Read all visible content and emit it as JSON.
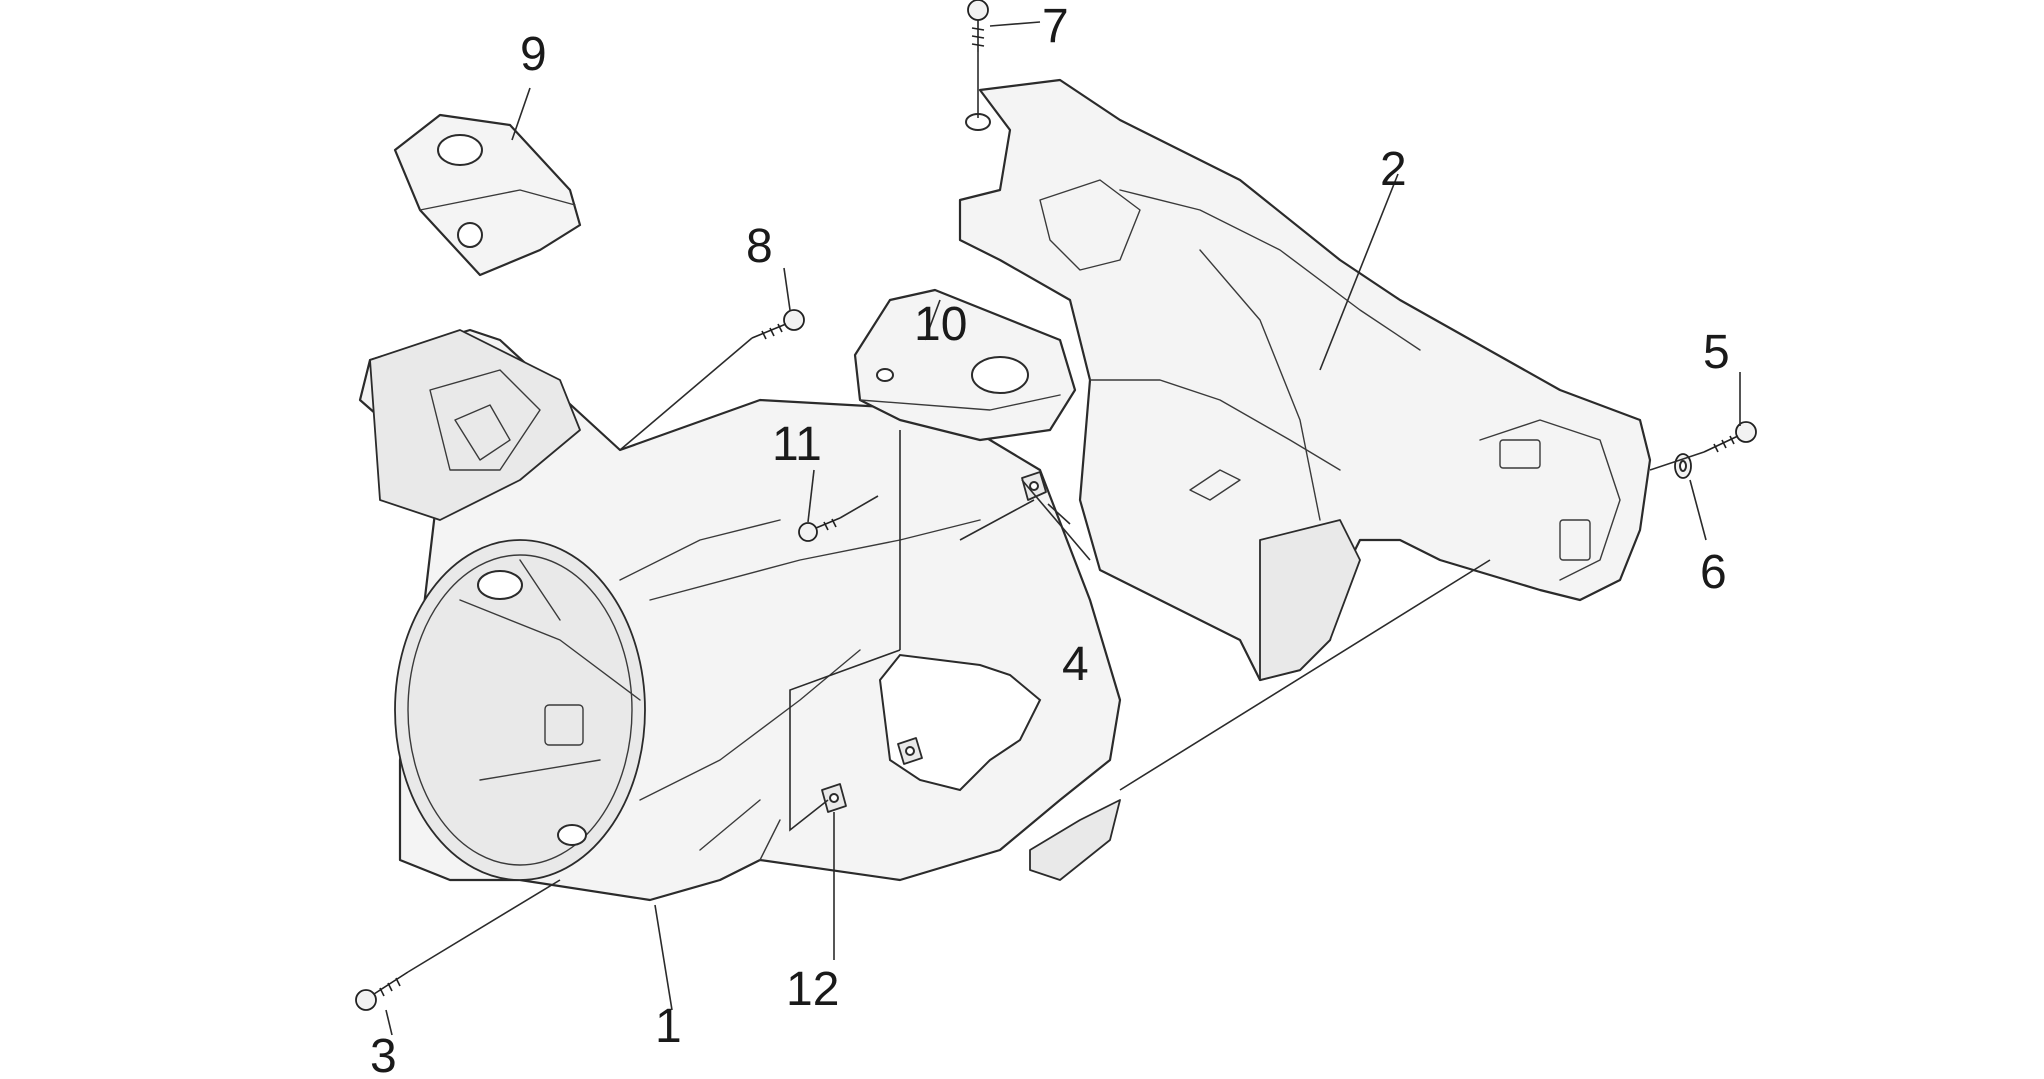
{
  "callouts": {
    "c1": "1",
    "c2": "2",
    "c3": "3",
    "c4": "4",
    "c5": "5",
    "c6": "6",
    "c7": "7",
    "c8": "8",
    "c9": "9",
    "c10": "10",
    "c11": "11",
    "c12": "12"
  },
  "colors": {
    "line": "#2b2b2b",
    "part_fill": "#f4f4f4",
    "background": "#ffffff"
  }
}
